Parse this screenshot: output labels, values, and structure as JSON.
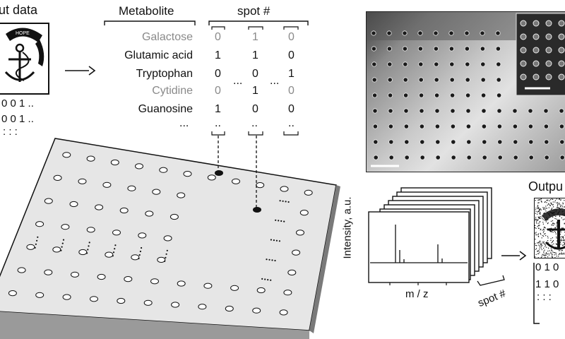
{
  "input": {
    "title": "ut data",
    "logo_text": "HOPE",
    "binary_rows": [
      "0 0 1 ..",
      "0 0 1 ..",
      ":  :  :"
    ]
  },
  "table": {
    "header_metabolite": "Metabolite",
    "header_spot": "spot #",
    "rows": [
      {
        "name": "Galactose",
        "values": [
          "0",
          "1",
          "0"
        ],
        "color": "#8a8a8a"
      },
      {
        "name": "Glutamic acid",
        "values": [
          "1",
          "1",
          "0"
        ],
        "color": "#111111"
      },
      {
        "name": "Tryptophan",
        "values": [
          "0",
          "0",
          "1"
        ],
        "color": "#111111"
      },
      {
        "name": "Cytidine",
        "values": [
          "0",
          "1",
          "0"
        ],
        "color": "#8a8a8a"
      },
      {
        "name": "Guanosine",
        "values": [
          "1",
          "0",
          "0"
        ],
        "color": "#111111"
      }
    ],
    "ellipsis": "...",
    "col_ellipsis": "..",
    "mid_ellipsis": "..."
  },
  "plot": {
    "ylabel": "Intensity, a.u.",
    "xlabel": "m / z",
    "stack_label": "spot #"
  },
  "output": {
    "title": "Outpu",
    "binary_rows": [
      "0 1 0",
      "1 1 0",
      ":  :  :"
    ]
  },
  "colors": {
    "ink": "#111111",
    "grey_text": "#8a8a8a",
    "plate_top": "#e6e6e6",
    "plate_side": "#9a9a9a"
  }
}
